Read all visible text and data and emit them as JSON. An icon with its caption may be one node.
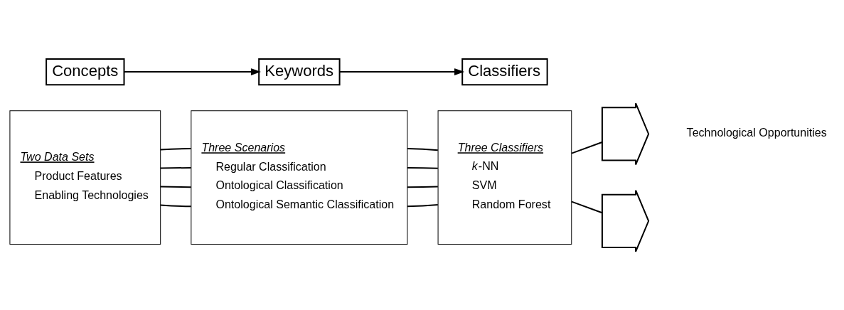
{
  "diagram": {
    "nodes": [
      {
        "text": [
          "Concepts"
        ]
      },
      {
        "text": [
          "Keywords"
        ]
      },
      {
        "text": [
          "Classifiers"
        ]
      },
      {
        "text": [
          "Two Data Sets",
          "Product Features",
          "Enabling Technologies"
        ]
      },
      {
        "text": [
          "Three Scenarios",
          "Regular Classification",
          "Ontological Classification",
          "Ontological Semantic Classification"
        ]
      },
      {
        "text": [
          "Three Classifiers",
          "*k*-NN",
          "SVM",
          "Random Forest"
        ]
      },
      {
        "text": [],
        "shape": "arrow"
      },
      {
        "text": [],
        "shape": "arrow"
      }
    ],
    "edges": [
      {
        "from": 0,
        "to": 1,
        "arrow": "to"
      },
      {
        "from": 1,
        "to": 2,
        "arrow": "to"
      },
      {
        "from": 3,
        "to": 4,
        "arrow": "none"
      },
      {
        "from": 3,
        "to": 4,
        "arrow": "none"
      },
      {
        "from": 3,
        "to": 4,
        "arrow": "none"
      },
      {
        "from": 3,
        "to": 4,
        "arrow": "none"
      },
      {
        "from": 4,
        "to": 5,
        "arrow": "none"
      },
      {
        "from": 4,
        "to": 5,
        "arrow": "none"
      },
      {
        "from": 4,
        "to": 5,
        "arrow": "none"
      },
      {
        "from": 4,
        "to": 5,
        "arrow": "none"
      },
      {
        "from": 5,
        "to": 6,
        "arrow": "none"
      },
      {
        "from": 5,
        "to": 7,
        "arrow": "none"
      }
    ],
    "labels": [
      "Technological Opportunities"
    ]
  }
}
